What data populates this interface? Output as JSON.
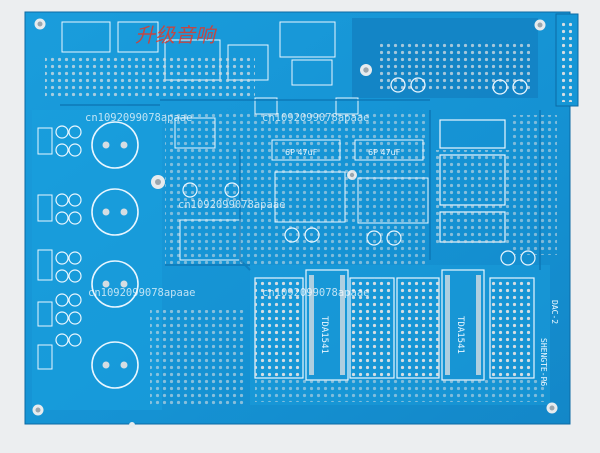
{
  "scene": {
    "description_colors": {
      "background": "#eceef0",
      "board": "#1596d6",
      "board_dark": "#0f7fc0",
      "pad": "#cfd8dc",
      "silkscreen": "#e8f6ff",
      "stamp": "#e0392b"
    }
  },
  "stamp": {
    "text": "升级音响"
  },
  "watermarks": [
    {
      "text": "cn1092099078apaae"
    },
    {
      "text": "cn1092099078apaae"
    },
    {
      "text": "cn1092099078apaae"
    },
    {
      "text": "cn1092099078apaae"
    },
    {
      "text": "cn1092099078apaae"
    }
  ],
  "labels": {
    "ic1": "TDA1541",
    "ic2": "TDA1541",
    "board_name": "SHENGTE-P6",
    "board_model": "DAC-2",
    "cap_a": "6P 47uF",
    "cap_b": "6P 47uF"
  }
}
